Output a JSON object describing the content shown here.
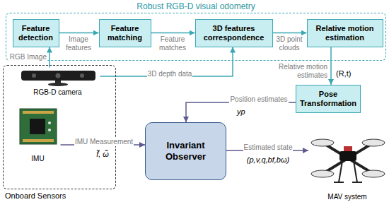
{
  "diagram": {
    "nodes": [
      {
        "text": [
          "Robust RGB-D visual odometry"
        ]
      },
      {
        "text": [
          "Feature detection"
        ],
        "in": 0
      },
      {
        "text": [
          "Feature matching"
        ],
        "in": 0
      },
      {
        "text": [
          "3D features correspondence"
        ],
        "in": 0
      },
      {
        "text": [
          "Relative motion estimation"
        ],
        "in": 0
      },
      {
        "text": [
          "Pose Transformation"
        ]
      },
      {
        "text": [
          "Onboard Sensors"
        ]
      },
      {
        "text": [
          "RGB-D camera"
        ],
        "in": 6
      },
      {
        "text": [
          "IMU"
        ],
        "in": 6
      },
      {
        "text": [
          "Invariant Observer"
        ]
      },
      {
        "text": [
          "MAV system"
        ]
      }
    ],
    "edges": [
      {
        "from": 1,
        "to": 2,
        "arrow": "to",
        "label": "Image features"
      },
      {
        "from": 2,
        "to": 3,
        "arrow": "to",
        "label": "Feature matches"
      },
      {
        "from": 3,
        "to": 4,
        "arrow": "to",
        "label": "3D point clouds"
      },
      {
        "from": 7,
        "to": 1,
        "arrow": "to",
        "label": "RGB Image"
      },
      {
        "from": 7,
        "to": 3,
        "arrow": "to",
        "label": "3D depth data"
      },
      {
        "from": 4,
        "to": 5,
        "arrow": "to",
        "label": "Relative motion estimates"
      },
      {
        "from": 5,
        "to": 9,
        "arrow": "to",
        "label": "Position estimates"
      },
      {
        "from": 8,
        "to": 9,
        "arrow": "to",
        "label": "IMU Measurement"
      },
      {
        "from": 9,
        "to": 10,
        "arrow": "to",
        "label": "Estimated state"
      }
    ],
    "labels": [
      "(R,t)",
      "yp",
      "f̃, ω̃",
      "(p,v,q,bf,bω)"
    ]
  }
}
